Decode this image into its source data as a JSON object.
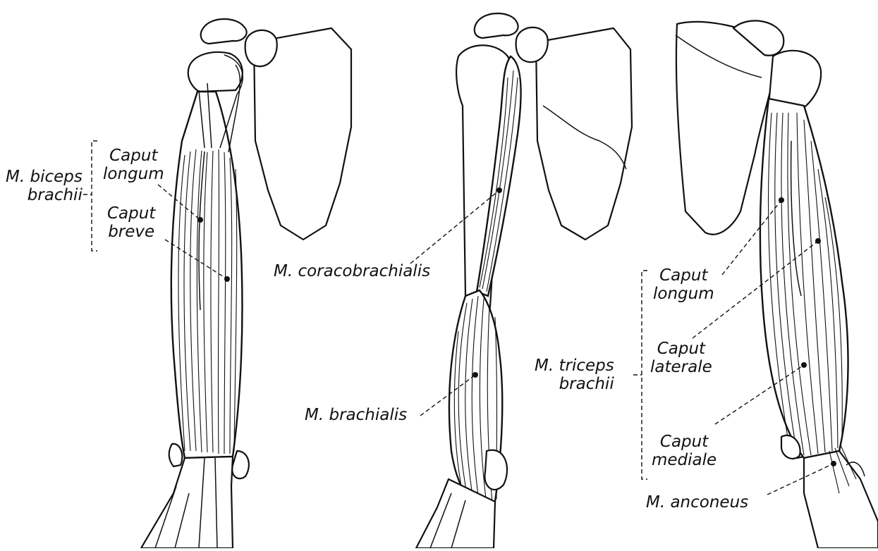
{
  "panel_left": {
    "muscle": [
      "M. biceps",
      "brachii"
    ],
    "head_long": [
      "Caput",
      "longum"
    ],
    "head_short": [
      "Caput",
      "breve"
    ]
  },
  "panel_middle": {
    "coracobrachialis": "M. coracobrachialis",
    "brachialis": "M. brachialis"
  },
  "panel_right": {
    "muscle": [
      "M. triceps",
      "brachii"
    ],
    "head_long": [
      "Caput",
      "longum"
    ],
    "head_lateral": [
      "Caput",
      "laterale"
    ],
    "head_medial": [
      "Caput",
      "mediale"
    ],
    "anconeus": "M. anconeus"
  }
}
